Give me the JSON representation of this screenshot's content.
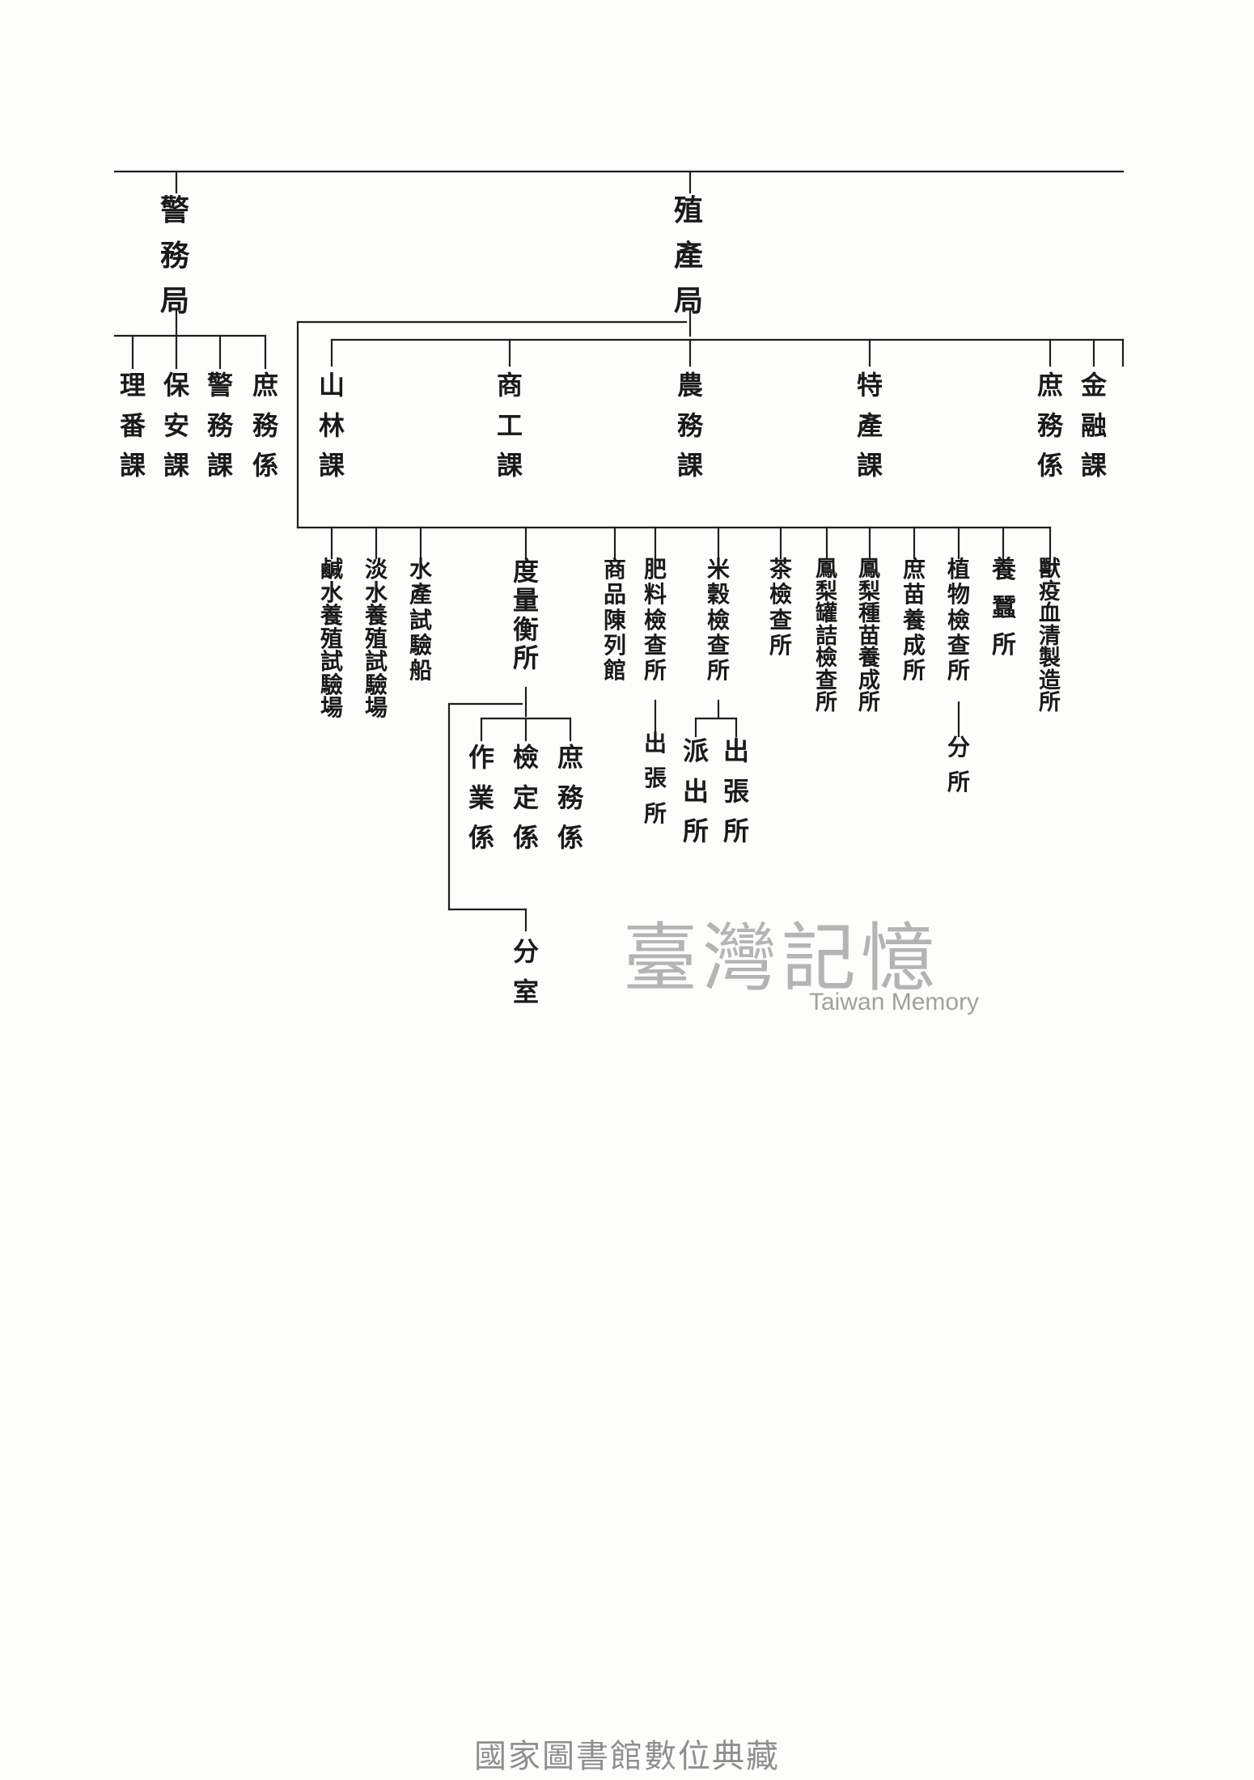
{
  "diagram": {
    "top_units": {
      "keimu": "警務局",
      "shokusan": "殖產局"
    },
    "keimu_divisions": [
      "理番課",
      "保安課",
      "警務課",
      "庶務係"
    ],
    "shokusan_divisions": [
      "山林課",
      "商工課",
      "農務課",
      "特產課",
      "庶務係",
      "金融課"
    ],
    "branches": [
      "鹹水養殖試驗場",
      "淡水養殖試驗場",
      "水產試驗船",
      "度量衡所",
      "商品陳列館",
      "肥料檢查所",
      "米穀檢查所",
      "茶檢查所",
      "鳳梨罐詰檢查所",
      "鳳梨種苗養成所",
      "庶苗養成所",
      "植物檢查所",
      "養蠶所",
      "獸疫血清製造所"
    ],
    "sub_branches": {
      "fertilizer": "出張所",
      "rice_left": "派出所",
      "rice_right": "出張所",
      "plant": "分所"
    },
    "doryoko_sections": [
      "作業係",
      "檢定係",
      "庶務係"
    ],
    "doryoko_branch": "分室"
  },
  "watermark": {
    "title": "臺灣記憶",
    "subtitle": "Taiwan Memory"
  },
  "footer": "國家圖書館數位典藏",
  "colors": {
    "ink": "#1a1a1a",
    "watermark": "#787878"
  }
}
